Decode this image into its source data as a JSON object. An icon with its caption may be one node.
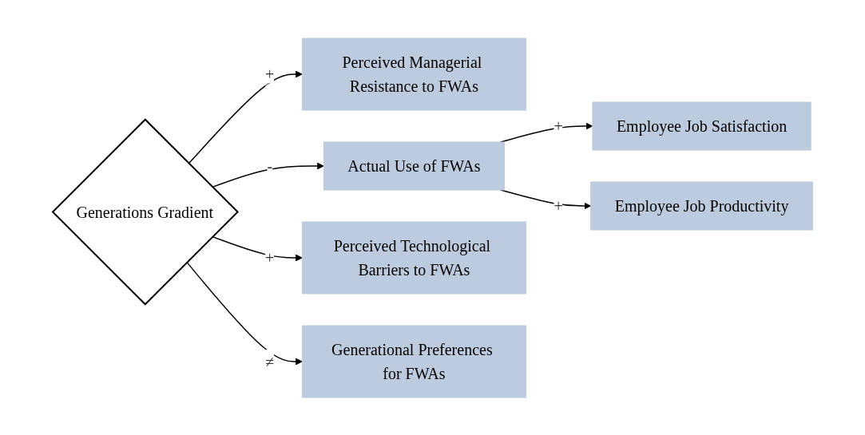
{
  "diagram": {
    "nodes": [
      {
        "text": [
          "Perceived Managerial Resistance to FWAs"
        ]
      },
      {
        "text": [
          "Generations Gradient"
        ]
      },
      {
        "text": [
          "Actual Use of FWAs"
        ]
      },
      {
        "text": [
          "Employee Job Satisfaction"
        ]
      },
      {
        "text": [
          "Employee Job Productivity"
        ]
      },
      {
        "text": [
          "Perceived Technological Barriers to FWAs"
        ]
      },
      {
        "text": [
          "Generational Preferences for FWAs"
        ]
      }
    ],
    "edges": [
      {
        "from": 1,
        "to": 0,
        "arrow": "to",
        "label": "+"
      },
      {
        "from": 1,
        "to": 2,
        "arrow": "to",
        "label": "-"
      },
      {
        "from": 1,
        "to": 5,
        "arrow": "to",
        "label": "+"
      },
      {
        "from": 1,
        "to": 6,
        "arrow": "to",
        "label": "≠"
      },
      {
        "from": 2,
        "to": 3,
        "arrow": "to",
        "label": "+"
      },
      {
        "from": 2,
        "to": 4,
        "arrow": "to",
        "label": "+"
      }
    ]
  }
}
